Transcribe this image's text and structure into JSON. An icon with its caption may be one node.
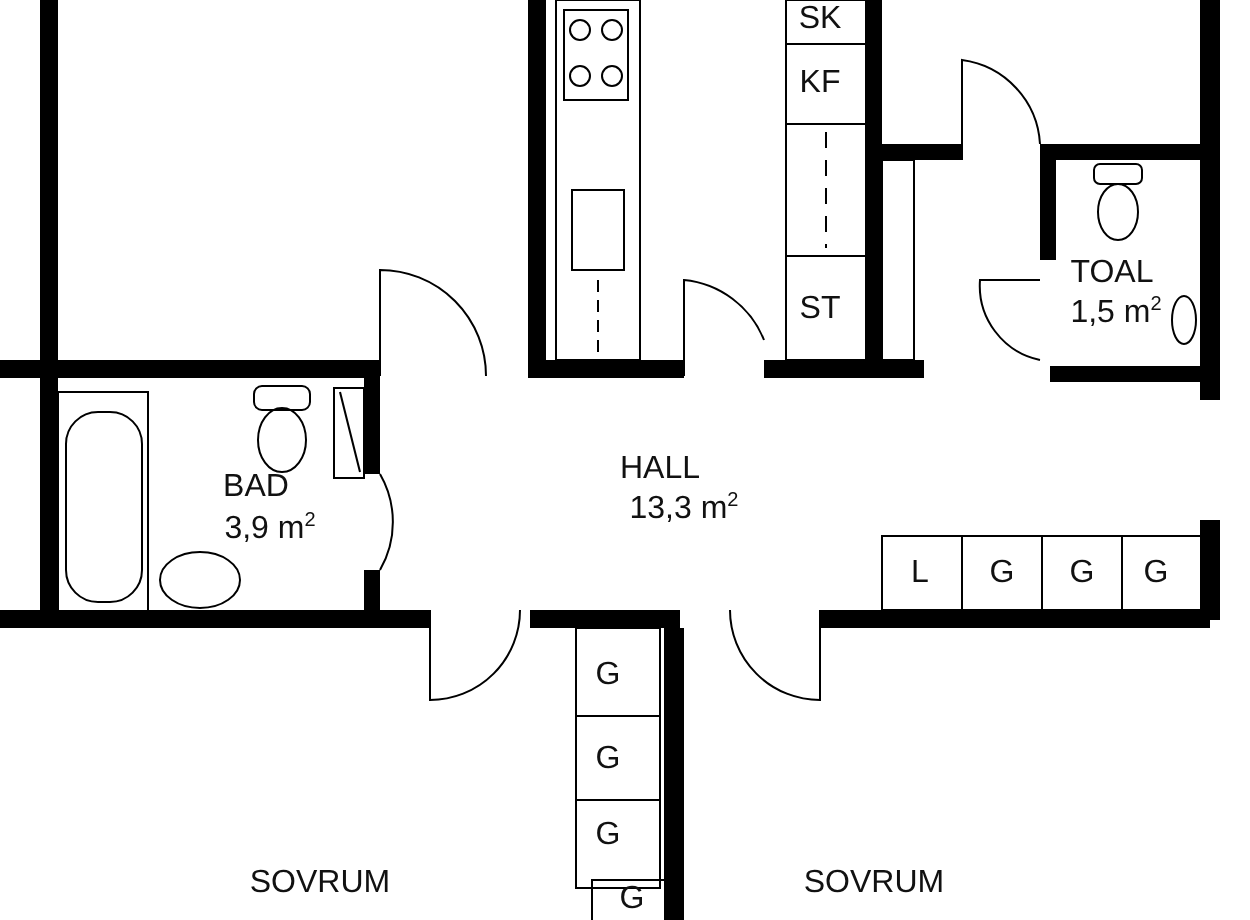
{
  "diagram": {
    "labels": [
      "SK",
      "KF",
      "ST",
      "TOAL",
      "1,5 m$^{2}$",
      "BAD",
      "3,9 m$^{2}$",
      "HALL",
      "13,3 m$^{2}$",
      "L",
      "G",
      "G",
      "G",
      "G",
      "G",
      "G",
      "G",
      "SOVRUM",
      "SOVRUM"
    ]
  }
}
